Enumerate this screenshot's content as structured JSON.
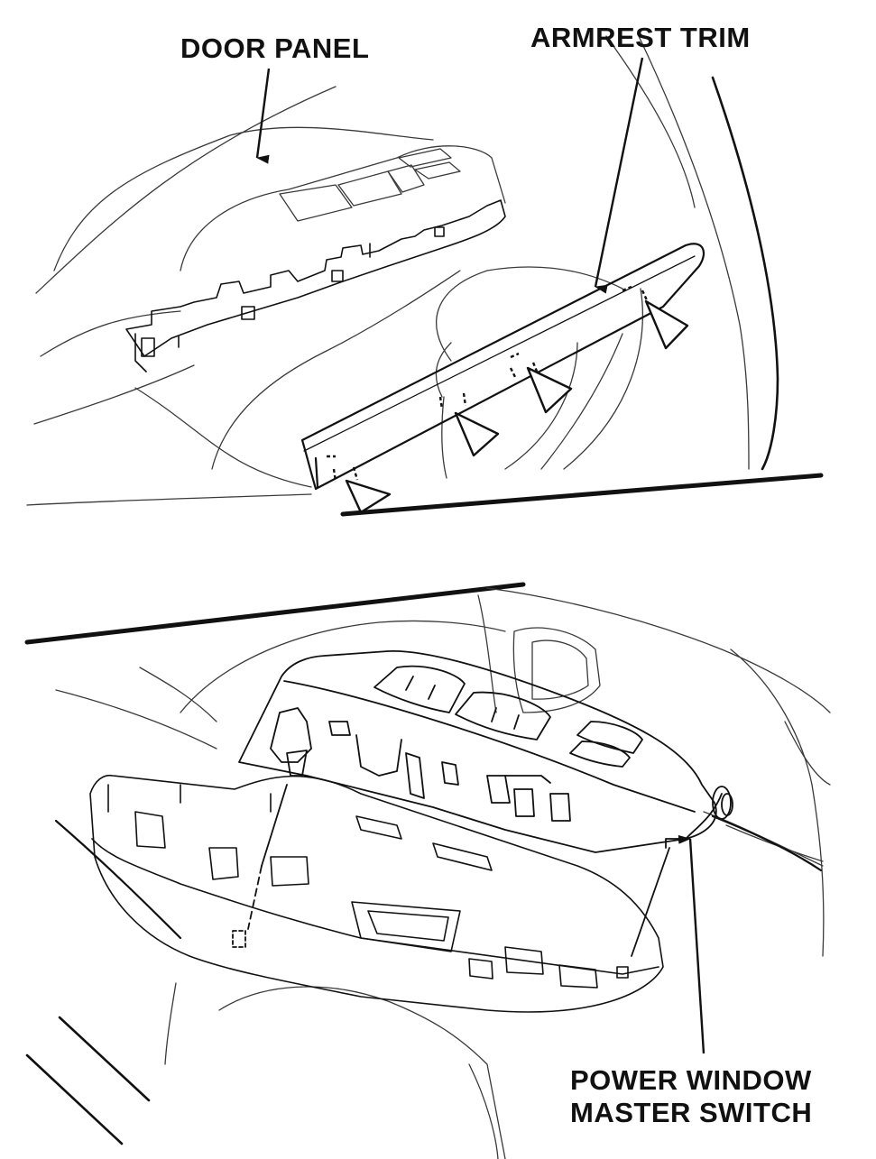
{
  "labels": {
    "door_panel": "DOOR PANEL",
    "armrest_trim": "ARMREST TRIM",
    "master_switch_line1": "POWER WINDOW",
    "master_switch_line2": "MASTER SWITCH"
  },
  "colors": {
    "ink": "#111111",
    "fine_line": "#3a3a3a",
    "background": "#ffffff"
  }
}
